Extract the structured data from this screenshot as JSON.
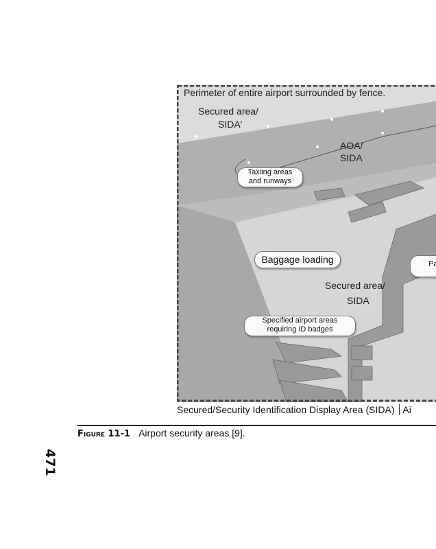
{
  "figure": {
    "perimeter_label": "Perimeter of entire airport surrounded by fence.",
    "secured_area_top": [
      "Secured area/",
      "SIDA'"
    ],
    "aoa_label": [
      "AOA/",
      "SIDA"
    ],
    "taxiing_bubble": [
      "Taxiing areas",
      "and runways"
    ],
    "baggage_bubble": "Baggage loading",
    "passenger_bubble_partial": "Pa",
    "secured_area_mid": [
      "Secured area/",
      "SIDA"
    ],
    "specified_bubble": [
      "Specified airport areas",
      "requiring ID badges"
    ],
    "bottom_label": "Secured/Security Identification Display Area (SIDA)",
    "bottom_label_partial": "Ai"
  },
  "caption": {
    "figure_number": "Figure 11-1",
    "text": "Airport security areas [9]."
  },
  "page_number": "471"
}
